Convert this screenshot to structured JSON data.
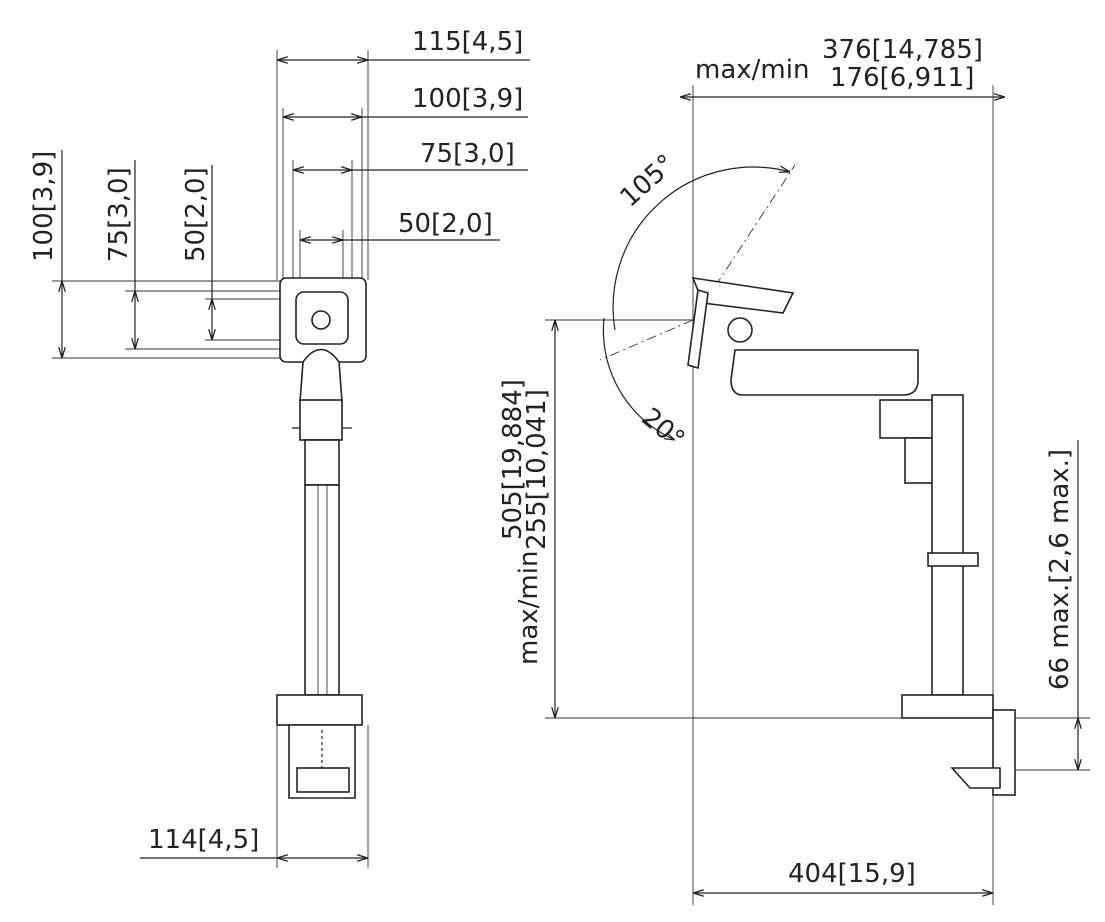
{
  "front_view": {
    "dim_115": "115[4,5]",
    "dim_100_h": "100[3,9]",
    "dim_75_h": "75[3,0]",
    "dim_50_h": "50[2,0]",
    "dim_100_v": "100[3,9]",
    "dim_75_v": "75[3,0]",
    "dim_50_v": "50[2,0]",
    "dim_114": "114[4,5]"
  },
  "side_view": {
    "reach_label": "max/min",
    "reach_max": "376[14,785]",
    "reach_min": "176[6,911]",
    "tilt_up": "105°",
    "tilt_down": "20°",
    "height_label": "max/min",
    "height_max": "505[19,884]",
    "height_min": "255[10,041]",
    "desk_thickness": "66 max.[2,6 max.]",
    "depth": "404[15,9]"
  }
}
